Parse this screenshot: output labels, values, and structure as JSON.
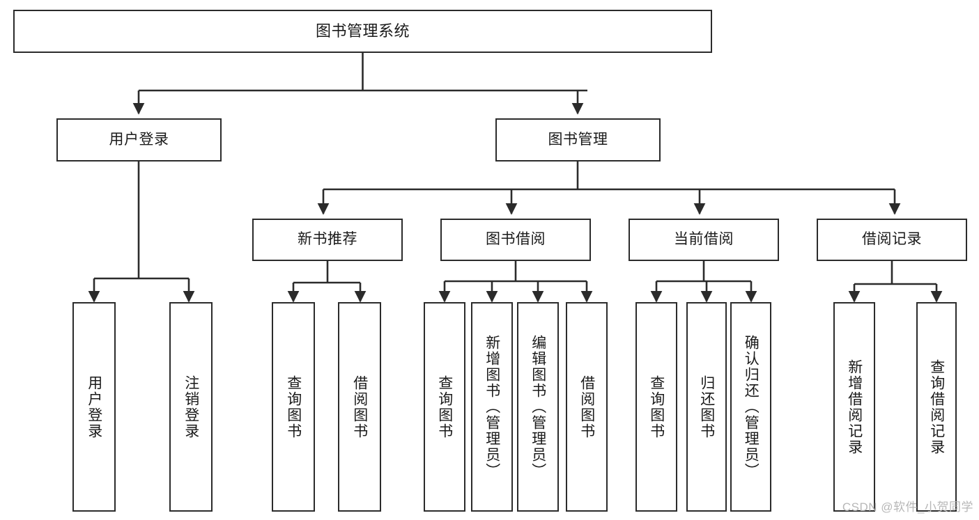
{
  "diagram": {
    "title": "图书管理系统",
    "watermark": "CSDN @软件_小贺同学",
    "colors": {
      "stroke": "#2b2b2b",
      "fill": "#ffffff",
      "text": "#1a1a1a",
      "watermark": "#b7b7b7"
    },
    "nodes": {
      "root": {
        "label": "图书管理系统"
      },
      "level1": [
        {
          "id": "user-login",
          "label": "用户登录"
        },
        {
          "id": "book-manage",
          "label": "图书管理"
        }
      ],
      "level2": [
        {
          "id": "new-book-recommend",
          "label": "新书推荐"
        },
        {
          "id": "book-borrow",
          "label": "图书借阅"
        },
        {
          "id": "current-borrow",
          "label": "当前借阅"
        },
        {
          "id": "borrow-record",
          "label": "借阅记录"
        }
      ],
      "leaves": [
        {
          "id": "leaf-user-login",
          "label": "用户登录",
          "parent": "user-login"
        },
        {
          "id": "leaf-logout-login",
          "label": "注销登录",
          "parent": "user-login"
        },
        {
          "id": "leaf-query-book-1",
          "label": "查询图书",
          "parent": "new-book-recommend"
        },
        {
          "id": "leaf-borrow-book-1",
          "label": "借阅图书",
          "parent": "new-book-recommend"
        },
        {
          "id": "leaf-query-book-2",
          "label": "查询图书",
          "parent": "book-borrow"
        },
        {
          "id": "leaf-add-book",
          "label": "新增图书（管理员）",
          "parent": "book-borrow"
        },
        {
          "id": "leaf-edit-book",
          "label": "编辑图书（管理员）",
          "parent": "book-borrow"
        },
        {
          "id": "leaf-borrow-book-2",
          "label": "借阅图书",
          "parent": "book-borrow"
        },
        {
          "id": "leaf-query-book-3",
          "label": "查询图书",
          "parent": "current-borrow"
        },
        {
          "id": "leaf-return-book",
          "label": "归还图书",
          "parent": "current-borrow"
        },
        {
          "id": "leaf-confirm-return",
          "label": "确认归还（管理员）",
          "parent": "current-borrow"
        },
        {
          "id": "leaf-add-record",
          "label": "新增借阅记录",
          "parent": "borrow-record"
        },
        {
          "id": "leaf-query-record",
          "label": "查询借阅记录",
          "parent": "borrow-record"
        }
      ]
    }
  }
}
